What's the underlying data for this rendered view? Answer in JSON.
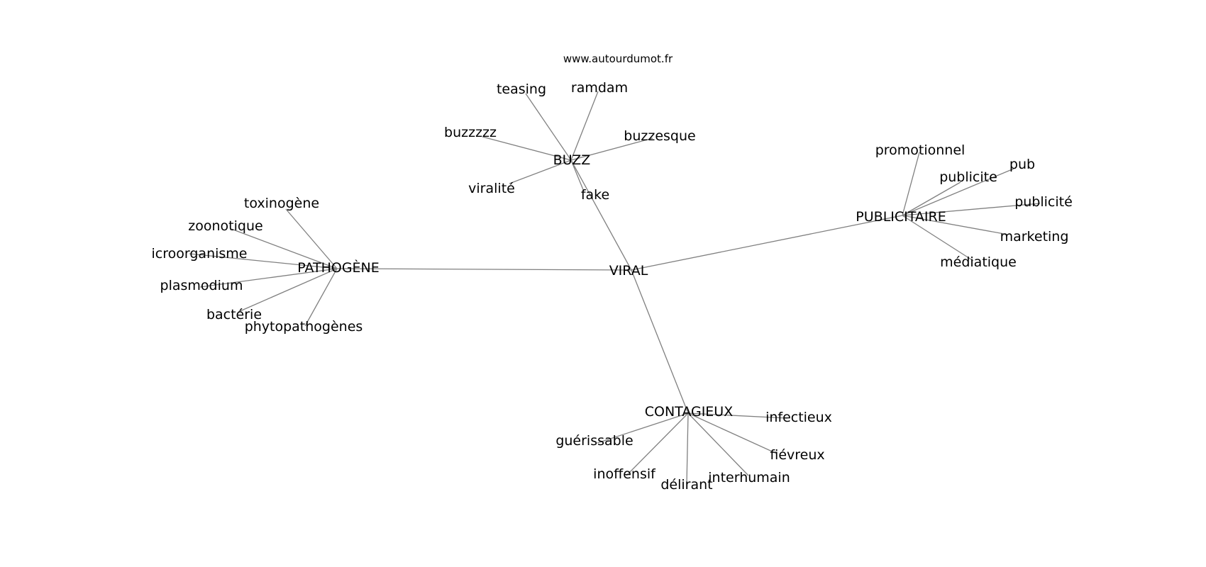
{
  "source": "www.autourdumot.fr",
  "graph": {
    "root": "VIRAL",
    "hubs": [
      {
        "label": "BUZZ",
        "words": [
          "teasing",
          "ramdam",
          "buzzzzz",
          "buzzesque",
          "viralité",
          "fake"
        ]
      },
      {
        "label": "PUBLICITAIRE",
        "words": [
          "promotionnel",
          "publicite",
          "pub",
          "publicité",
          "marketing",
          "médiatique"
        ]
      },
      {
        "label": "PATHOGÈNE",
        "words": [
          "toxinogène",
          "zoonotique",
          "icroorganisme",
          "plasmodium",
          "bactérie",
          "phytopathogènes"
        ]
      },
      {
        "label": "CONTAGIEUX",
        "words": [
          "infectieux",
          "guérissable",
          "fiévreux",
          "inoffensif",
          "délirant",
          "interhumain"
        ]
      }
    ]
  }
}
